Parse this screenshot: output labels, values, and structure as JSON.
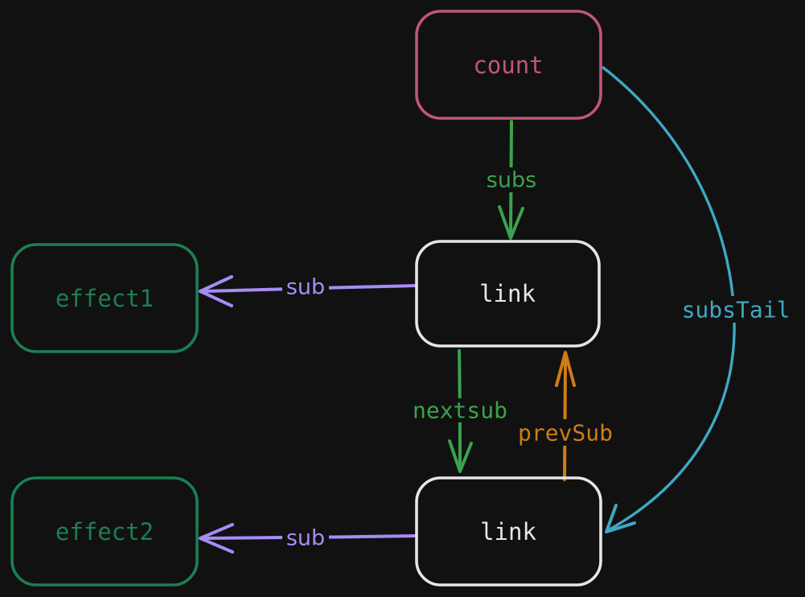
{
  "canvas": {
    "background": "#111111"
  },
  "nodes": [
    {
      "id": "count",
      "label": "count",
      "color": "#c15677"
    },
    {
      "id": "link1",
      "label": "link",
      "color": "#e6e6e6"
    },
    {
      "id": "link2",
      "label": "link",
      "color": "#e6e6e6"
    },
    {
      "id": "effect1",
      "label": "effect1",
      "color": "#1c7f52"
    },
    {
      "id": "effect2",
      "label": "effect2",
      "color": "#1c7f52"
    }
  ],
  "edges": [
    {
      "id": "subs",
      "label": "subs",
      "color": "#3aa24e",
      "from": "count",
      "to": "link1"
    },
    {
      "id": "subsTail",
      "label": "subsTail",
      "color": "#3fa8c4",
      "from": "count",
      "to": "link2"
    },
    {
      "id": "sub1",
      "label": "sub",
      "color": "#a78bf6",
      "from": "link1",
      "to": "effect1"
    },
    {
      "id": "nextsub",
      "label": "nextsub",
      "color": "#3aa24e",
      "from": "link1",
      "to": "link2"
    },
    {
      "id": "prevSub",
      "label": "prevSub",
      "color": "#cf7d16",
      "from": "link2",
      "to": "link1"
    },
    {
      "id": "sub2",
      "label": "sub",
      "color": "#a78bf6",
      "from": "link2",
      "to": "effect2"
    }
  ]
}
